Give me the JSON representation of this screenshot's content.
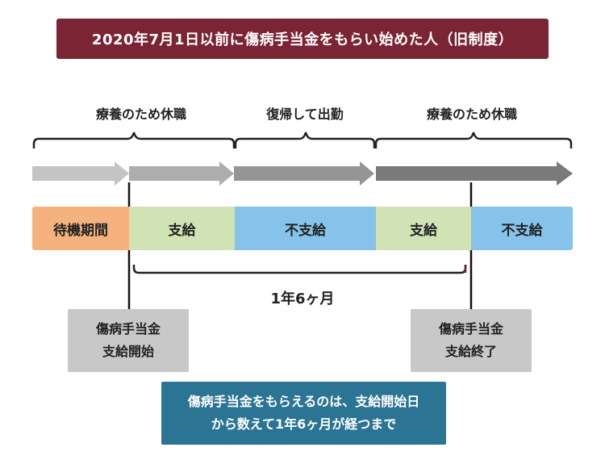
{
  "title": "2020年7月1日以前に傷病手当金をもらい始めた人（旧制度）",
  "periods": [
    {
      "label": "療養のため休職"
    },
    {
      "label": "復帰して出勤"
    },
    {
      "label": "療養のため休職"
    }
  ],
  "segments": [
    {
      "label": "待機期間",
      "color": "#f5b27f"
    },
    {
      "label": "支給",
      "color": "#cfe3b5"
    },
    {
      "label": "不支給",
      "color": "#85c3ea"
    },
    {
      "label": "支給",
      "color": "#cfe3b5"
    },
    {
      "label": "不支給",
      "color": "#85c3ea"
    }
  ],
  "span_label": "1年6ヶ月",
  "start_box": {
    "line1": "傷病手当金",
    "line2": "支給開始"
  },
  "end_box": {
    "line1": "傷病手当金",
    "line2": "支給終了"
  },
  "note": {
    "line1": "傷病手当金をもらえるのは、支給開始日",
    "line2": "から数えて1年6ヶ月が経つまで"
  },
  "colors": {
    "title_bg": "#7a2434",
    "arrow_1": "#c4c4c4",
    "arrow_2": "#adadad",
    "arrow_3": "#959595",
    "arrow_4": "#7a7a7a",
    "gray_box": "#c8c8c8",
    "note_bg": "#2c7494"
  }
}
